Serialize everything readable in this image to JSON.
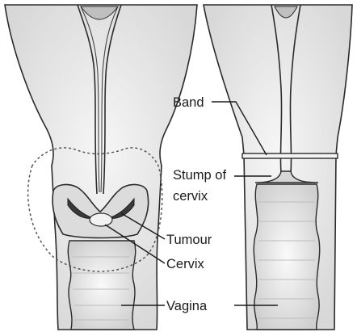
{
  "labels": {
    "tumour": "Tumour",
    "cervix": "Cervix",
    "vagina": "Vagina",
    "band": "Band",
    "stump_line1": "Stump of",
    "stump_line2": "cervix"
  },
  "colors": {
    "tissue": "#e9e9e9",
    "tissue_light": "#f5f5f5",
    "tissue_dark": "#c9c9c9",
    "outline": "#2b2b2b",
    "tumour": "#3a3a3a",
    "dashed": "#555555"
  }
}
